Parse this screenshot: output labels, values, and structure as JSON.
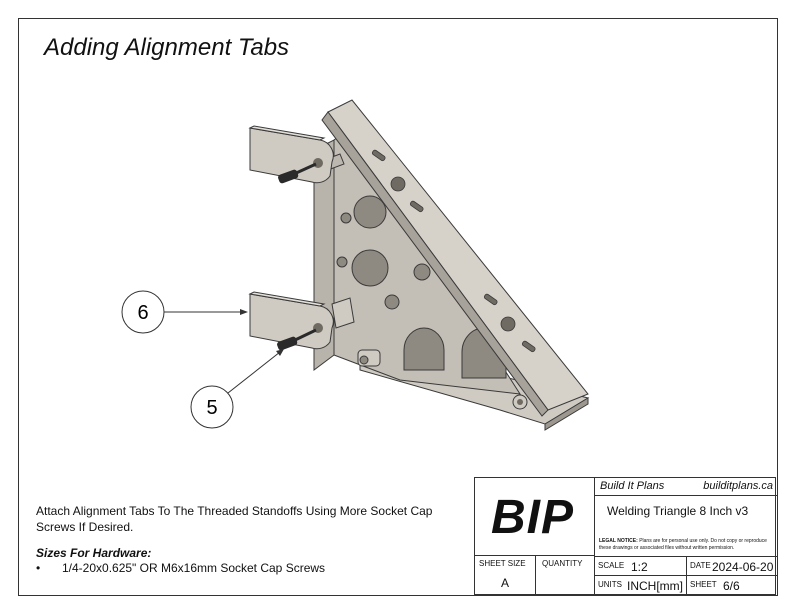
{
  "title": "Adding Alignment Tabs",
  "callouts": {
    "c6": "6",
    "c5": "5"
  },
  "note": "Attach Alignment Tabs To The Threaded Standoffs Using More Socket Cap Screws If Desired.",
  "sizes_heading": "Sizes For Hardware:",
  "hardware_items": [
    "1/4-20x0.625\" OR M6x16mm Socket Cap Screws"
  ],
  "title_block": {
    "logo": "BIP",
    "company": "Build It Plans",
    "website": "builditplans.ca",
    "drawing_name": "Welding Triangle 8 Inch v3",
    "legal_label": "LEGAL NOTICE:",
    "legal_text": "Plans are for personal use only. Do not copy or reproduce these drawings or associated files without written permission.",
    "sheet_size_label": "SHEET SIZE",
    "sheet_size": "A",
    "quantity_label": "QUANTITY",
    "quantity": "",
    "scale_label": "SCALE",
    "scale": "1:2",
    "date_label": "DATE",
    "date": "2024-06-20",
    "units_label": "UNITS",
    "units": "INCH[mm]",
    "sheet_label": "SHEET",
    "sheet": "6/6"
  }
}
